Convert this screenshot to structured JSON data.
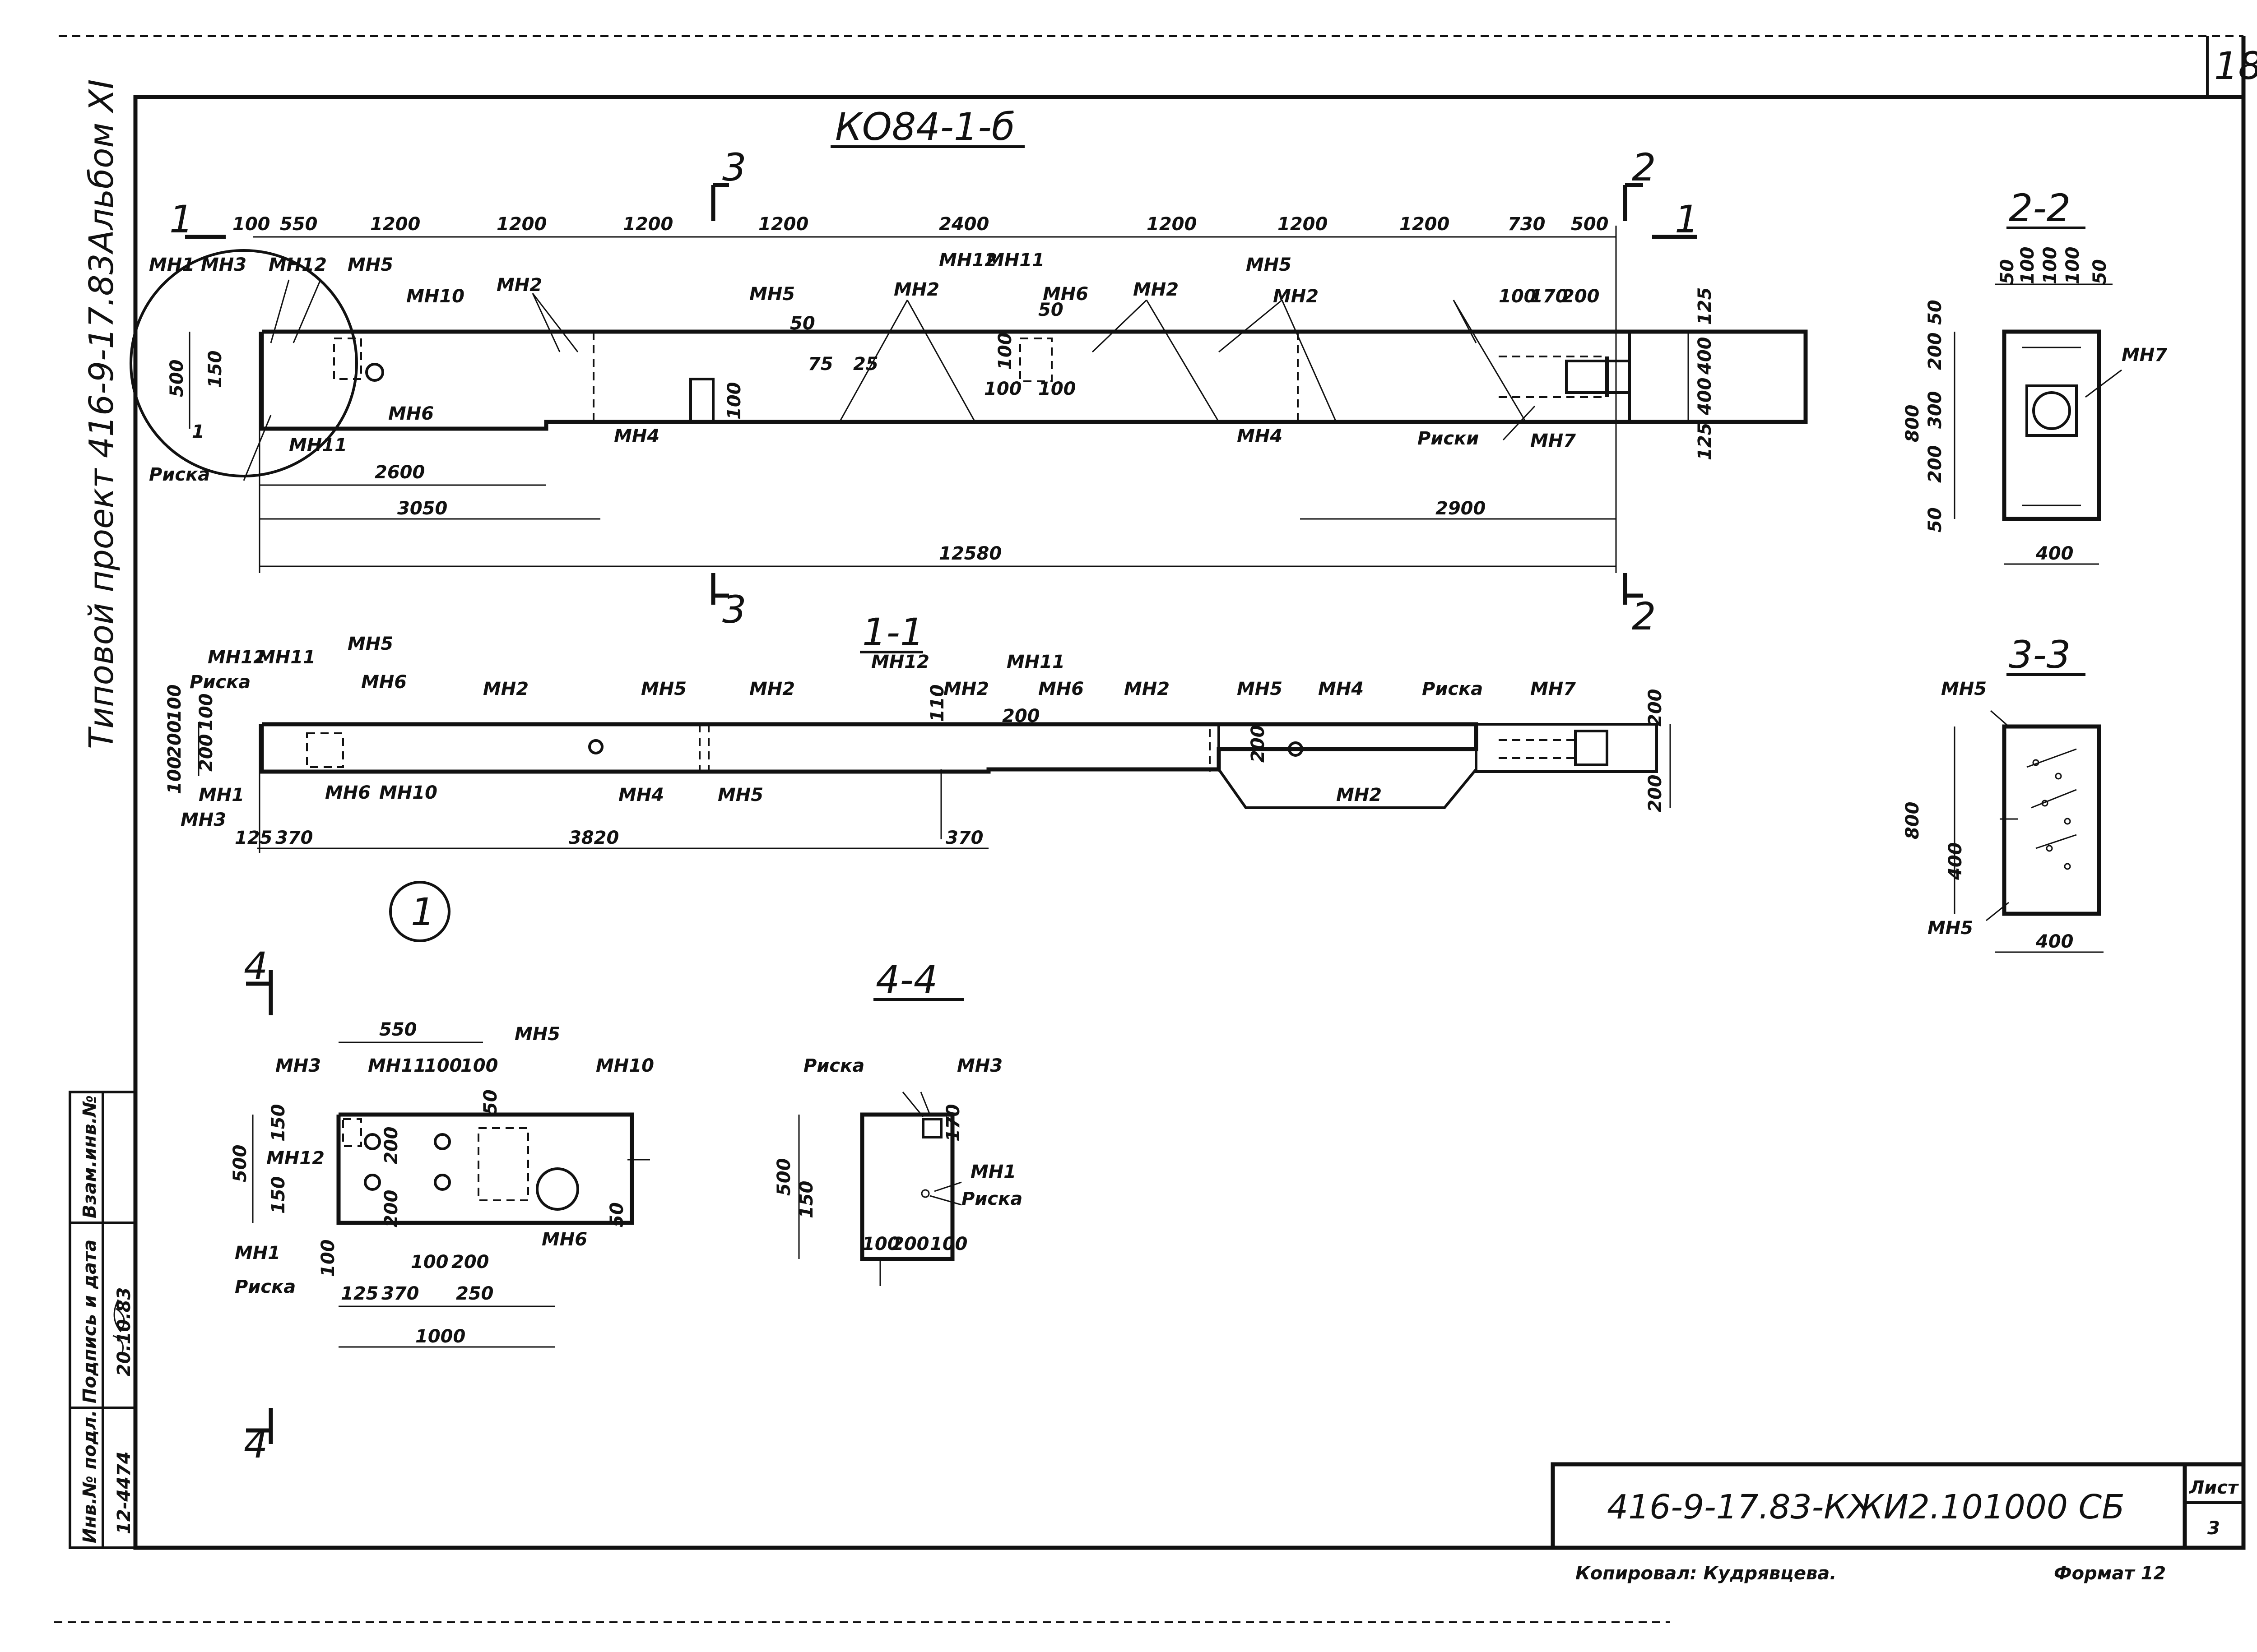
{
  "sheet": {
    "page_number": "18",
    "album": "Альбом XI",
    "project": "Типовой проект 416-9-17.83",
    "title_block_code": "416-9-17.83-КЖИ2.101000 СБ",
    "list_label": "Лист",
    "list_number": "3",
    "copied_by": "Копировал: Кудрявцева.",
    "format": "Формат 12",
    "side_stamp": {
      "inv_podl_label": "Инв.№ подл.",
      "inv_podl_value": "12-4474",
      "sign_date_label": "Подпись и дата",
      "sign_date_value": "20.10.83",
      "vzam_label": "Взам.инв.№",
      "signature": "signature"
    }
  },
  "main_view": {
    "title": "КО84-1-б",
    "section_marks": [
      "1",
      "1",
      "2",
      "2",
      "3",
      "3"
    ],
    "top_dims": [
      "100",
      "550",
      "1200",
      "1200",
      "1200",
      "1200",
      "2400",
      "1200",
      "1200",
      "1200",
      "730",
      "500"
    ],
    "left_dims": [
      "500",
      "150"
    ],
    "right_dims": [
      "125",
      "400",
      "400",
      "125"
    ],
    "inner_dims": [
      "100",
      "100",
      "100",
      "100",
      "75",
      "25",
      "50",
      "50",
      "100",
      "170",
      "200"
    ],
    "bottom_dims": [
      "2600",
      "3050",
      "2900",
      "12580"
    ],
    "labels": [
      "МН1",
      "МН3",
      "МН12",
      "МН5",
      "МН10",
      "МН2",
      "МН5",
      "МН12",
      "МН11",
      "МН6",
      "МН2",
      "МН5",
      "МН2",
      "МН2",
      "МН6",
      "МН11",
      "МН4",
      "МН4",
      "МН7",
      "Риски",
      "1",
      "Риска"
    ]
  },
  "section_1_1": {
    "title": "1-1",
    "labels": [
      "МН12",
      "МН11",
      "МН5",
      "Риска",
      "МН6",
      "МН2",
      "МН5",
      "МН2",
      "МН12",
      "МН2",
      "МН11",
      "МН6",
      "МН2",
      "МН5",
      "МН4",
      "Риска",
      "МН7",
      "МН1",
      "МН6",
      "МН10",
      "МН3",
      "МН4",
      "МН5",
      "МН2"
    ],
    "left_dims": [
      "100",
      "200",
      "100",
      "100",
      "200"
    ],
    "right_dims": [
      "200",
      "200"
    ],
    "inner_dims": [
      "110",
      "200",
      "200"
    ],
    "bottom_dims": [
      "125",
      "370",
      "3820",
      "370"
    ]
  },
  "node_mark": "1",
  "section_2_2": {
    "title": "2-2",
    "top_dims": [
      "50",
      "100",
      "100",
      "100",
      "50"
    ],
    "left_dims": [
      "50",
      "200",
      "300",
      "200",
      "50"
    ],
    "overall_height": "800",
    "width": "400",
    "label": "МН7"
  },
  "section_3_3": {
    "title": "3-3",
    "labels": [
      "МН5",
      "МН5"
    ],
    "height": "800",
    "inner": "400",
    "width": "400"
  },
  "detail_4_4_plan": {
    "section_mark": "4",
    "top_dims": [
      "550",
      "100",
      "100"
    ],
    "labels": [
      "МН3",
      "МН11",
      "МН5",
      "МН10",
      "МН12",
      "МН1",
      "Риска",
      "МН6"
    ],
    "left_dims": [
      "500",
      "150",
      "150"
    ],
    "inner_dims": [
      "50",
      "200",
      "200",
      "50",
      "100",
      "200",
      "100"
    ],
    "bottom_dims": [
      "125",
      "370",
      "250",
      "1000"
    ]
  },
  "section_4_4": {
    "title": "4-4",
    "labels": [
      "Риска",
      "МН3",
      "МН1",
      "Риска"
    ],
    "dims": [
      "500",
      "150",
      "170",
      "100",
      "200",
      "100"
    ]
  }
}
